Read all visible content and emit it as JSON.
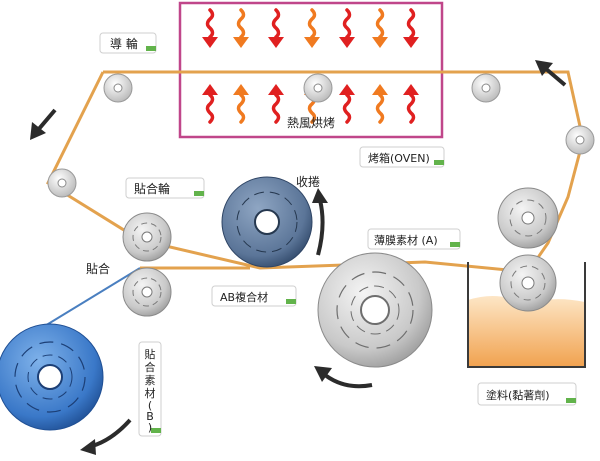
{
  "labels": {
    "guide_roller": "導 輪",
    "hot_air_baking": "熱風烘烤",
    "oven": "烤箱(OVEN)",
    "laminating_roller": "貼合輪",
    "rewind": "收捲",
    "laminate": "貼合",
    "film_a": "薄膜素材 (A)",
    "ab_composite": "AB複合材",
    "coating": "塗料(黏著劑)",
    "material_b": [
      "貼",
      "合",
      "素",
      "材",
      "(",
      "B",
      ")"
    ]
  },
  "colors": {
    "web": "#e3a24e",
    "web_b": "#4a7fc0",
    "oven_border": "#c0468a",
    "arrow_red": "#e02020",
    "arrow_orange": "#f07a20",
    "label_tag": "#62b34b",
    "roller_grey": "#bdbdbd",
    "roll_blue": "#3a78c8",
    "coating_fill": "#f3b268"
  }
}
